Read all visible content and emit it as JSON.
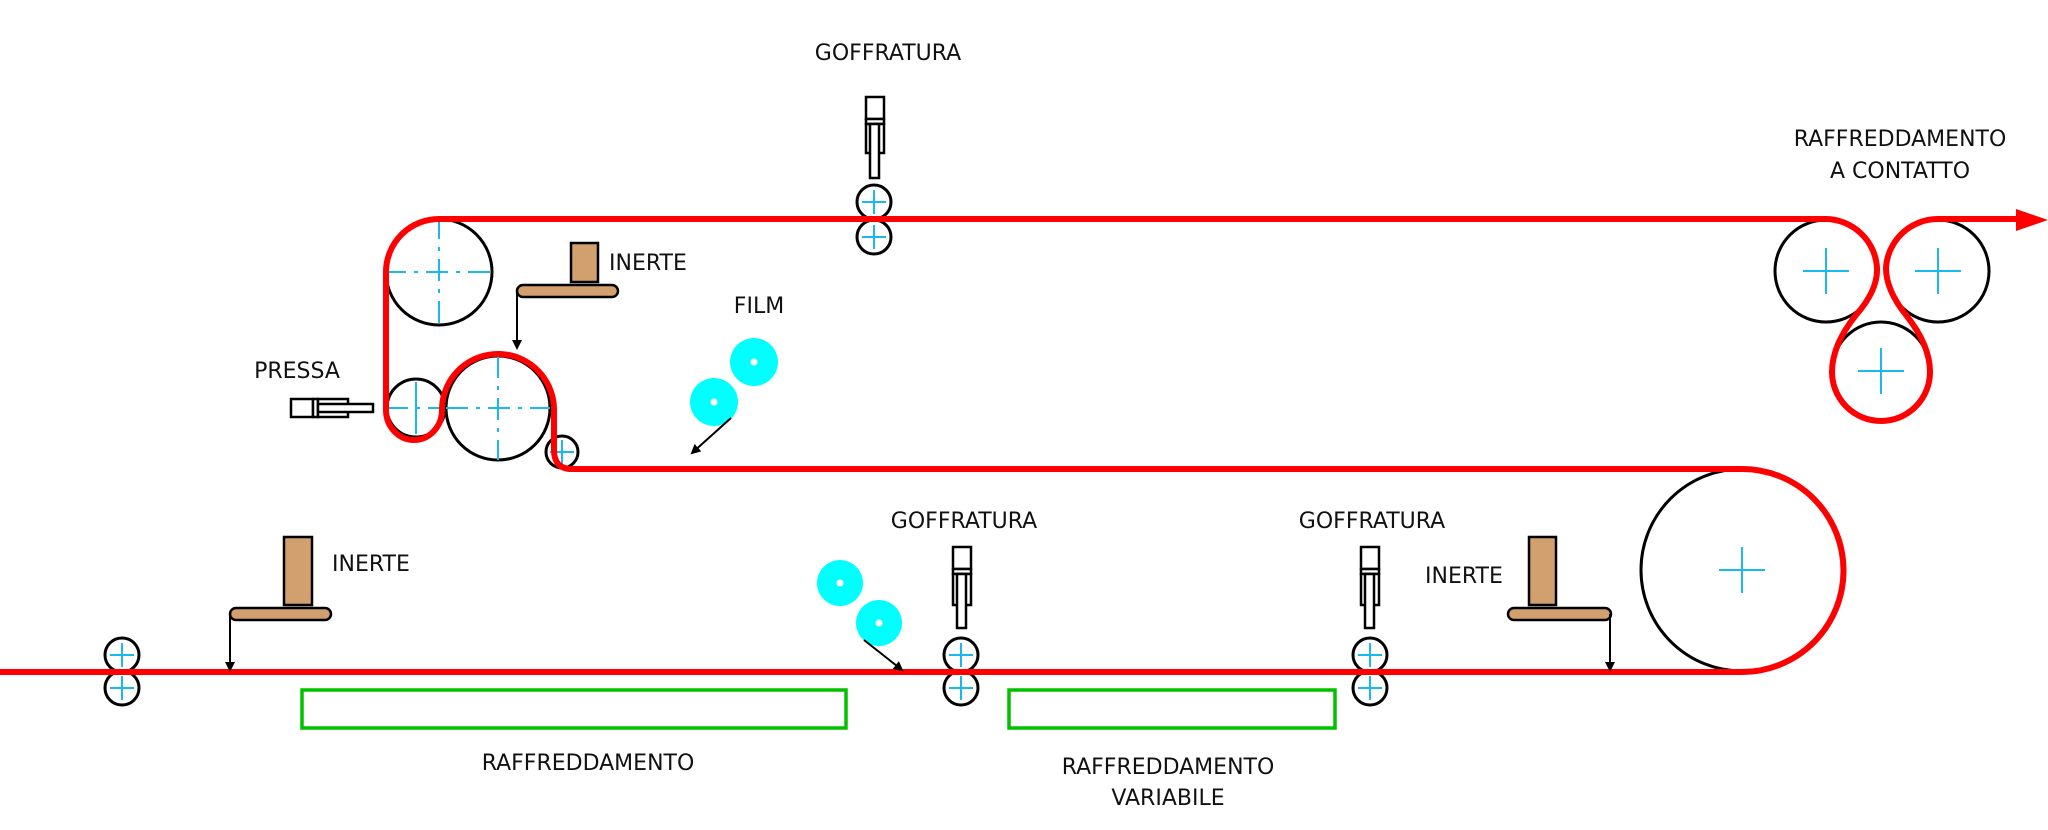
{
  "diagram": {
    "title": "",
    "labels": {
      "goffratura_top": "GOFFRATURA",
      "goffratura_mid": "GOFFRATURA",
      "goffratura_right": "GOFFRATURA",
      "inerte_top": "INERTE",
      "inerte_left": "INERTE",
      "inerte_right": "INERTE",
      "film": "FILM",
      "pressa": "PRESSA",
      "raffreddamento": "RAFFREDDAMENTO",
      "raffreddamento_variabile_line1": "RAFFREDDAMENTO",
      "raffreddamento_variabile_line2": "VARIABILE",
      "raffreddamento_contatto_line1": "RAFFREDDAMENTO",
      "raffreddamento_contatto_line2": "A CONTATTO"
    },
    "colors": {
      "web": "#ff0000",
      "roller_axis": "#1ab8f0",
      "inert_material": "#d1a06e",
      "film_roll": "#00ffff",
      "cooling_zone": "#00c000"
    },
    "components": [
      {
        "type": "embossing-unit",
        "label": "GOFFRATURA",
        "count": 3
      },
      {
        "type": "inert-dispenser",
        "label": "INERTE",
        "count": 3
      },
      {
        "type": "film-unwinder",
        "label": "FILM",
        "count": 2
      },
      {
        "type": "press",
        "label": "PRESSA",
        "count": 1
      },
      {
        "type": "cooling-zone",
        "label": "RAFFREDDAMENTO",
        "count": 1
      },
      {
        "type": "variable-cooling-zone",
        "label": "RAFFREDDAMENTO VARIABILE",
        "count": 1
      },
      {
        "type": "contact-cooling-rollers",
        "label": "RAFFREDDAMENTO A CONTATTO",
        "count": 3
      }
    ],
    "flow_direction": "left-to-right (bottom) then loop right-to-left (middle) then left-to-right (top) exiting right"
  }
}
